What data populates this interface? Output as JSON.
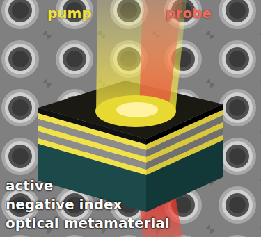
{
  "diagram": {
    "labels": [
      "pump",
      "probe",
      "active",
      "negative index",
      "optical metamaterial"
    ]
  }
}
